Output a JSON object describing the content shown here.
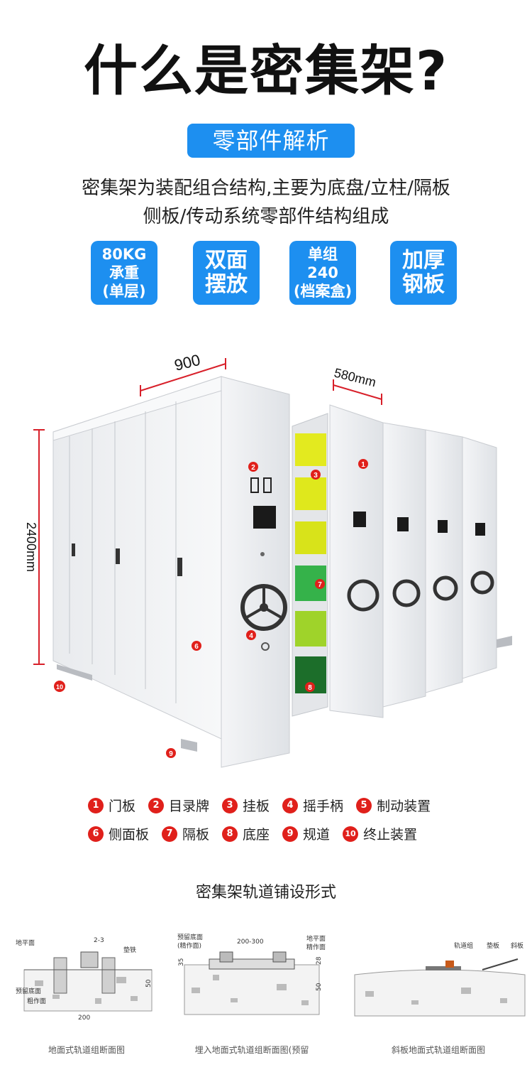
{
  "header": {
    "title": "什么是密集架?",
    "pill": "零部件解析"
  },
  "intro": {
    "line1": "密集架为装配组合结构,主要为底盘/立柱/隔板",
    "line2": "侧板/传动系统零部件结构组成"
  },
  "features": [
    {
      "lines": [
        "80KG",
        "承重",
        "(单层)"
      ]
    },
    {
      "lines": [
        "双面",
        "摆放"
      ]
    },
    {
      "lines": [
        "单组",
        "240",
        "(档案盒)"
      ]
    },
    {
      "lines": [
        "加厚",
        "钢板"
      ]
    }
  ],
  "illustration": {
    "dim_width": "900",
    "dim_depth": "580mm",
    "dim_height": "2400mm",
    "markers": [
      "1",
      "2",
      "3",
      "4",
      "6",
      "7",
      "8",
      "9",
      "10"
    ]
  },
  "legend": {
    "row1": [
      {
        "num": "1",
        "label": "门板"
      },
      {
        "num": "2",
        "label": "目录牌"
      },
      {
        "num": "3",
        "label": "挂板"
      },
      {
        "num": "4",
        "label": "摇手柄"
      },
      {
        "num": "5",
        "label": "制动装置"
      }
    ],
    "row2": [
      {
        "num": "6",
        "label": "侧面板"
      },
      {
        "num": "7",
        "label": "隔板"
      },
      {
        "num": "8",
        "label": "底座"
      },
      {
        "num": "9",
        "label": "规道"
      },
      {
        "num": "10",
        "label": "终止装置"
      }
    ]
  },
  "rail_section": {
    "title": "密集架轨道铺设形式",
    "diagram1": {
      "caption": "地面式轨道组断面图",
      "labels": {
        "ground": "地平面",
        "dim": "2-3",
        "shim": "垫铁",
        "reserved": "预留底面",
        "rough": "粗作面",
        "width": "200",
        "depth": "50"
      }
    },
    "diagram2": {
      "caption": "埋入地面式轨道组断面图(预留",
      "labels": {
        "reserved": "预留底面",
        "fine_paren": "(精作面)",
        "span": "200-300",
        "ground": "地平面",
        "fine": "精作面",
        "h35": "35",
        "h28": "28",
        "h50": "50"
      }
    },
    "diagram3": {
      "caption": "斜板地面式轨道组断面图",
      "labels": {
        "rail": "轨道组",
        "shim": "垫板",
        "ramp": "斜板"
      }
    }
  },
  "colors": {
    "accent": "#1d8ff0",
    "marker": "#e0201b"
  }
}
